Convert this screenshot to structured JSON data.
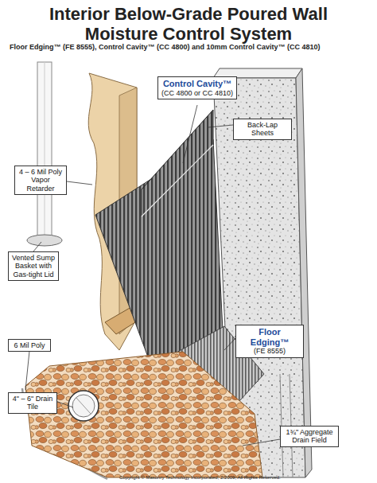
{
  "diagram": {
    "title": "Interior Below-Grade Poured Wall Moisture Control System",
    "nodes": [
      {
        "text": [
          "Control Cavity™",
          "(CC 4800 or CC 4810)"
        ]
      },
      {
        "text": [
          "Back-Lap Sheets"
        ]
      },
      {
        "text": [
          "4 – 6 Mil Poly Vapor Retarder"
        ]
      },
      {
        "text": [
          "Vented Sump Basket with Gas-tight Lid"
        ]
      },
      {
        "text": [
          "Floor Edging™",
          "(FE 8555)"
        ]
      },
      {
        "text": [
          "6 Mil Poly"
        ]
      },
      {
        "text": [
          "4\" – 6\" Drain Tile"
        ]
      },
      {
        "text": [
          "1¾\" Aggregate Drain Field"
        ]
      }
    ],
    "labels": [
      "Floor Edging™ (FE 8555), Control Cavity™ (CC 4800) and 10mm Control Cavity™ (CC 4810)",
      "Copyright © Masonry Technology Incorporated, 2/2009, All Rights Reserved."
    ]
  }
}
